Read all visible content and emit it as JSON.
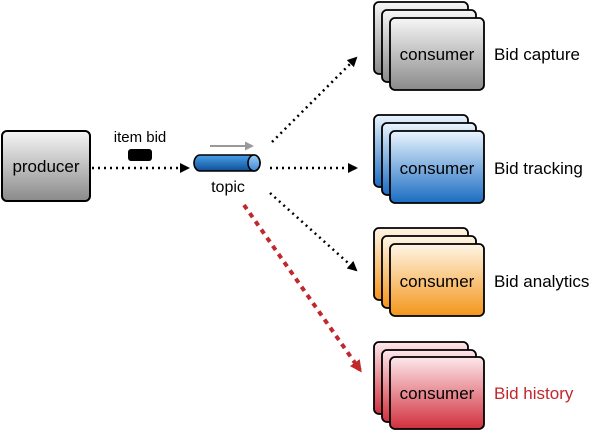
{
  "producer": {
    "label": "producer"
  },
  "message": {
    "label": "item bid"
  },
  "topic": {
    "label": "topic"
  },
  "consumers": [
    {
      "box_label": "consumer",
      "name": "Bid capture",
      "name_color": "#000000"
    },
    {
      "box_label": "consumer",
      "name": "Bid tracking",
      "name_color": "#000000"
    },
    {
      "box_label": "consumer",
      "name": "Bid analytics",
      "name_color": "#000000"
    },
    {
      "box_label": "consumer",
      "name": "Bid history",
      "name_color": "#c0282d"
    }
  ],
  "colors": {
    "gray_light": "#f4f4f4",
    "gray_dark": "#8c8c8c",
    "blue_light": "#e6f3fd",
    "blue_dark": "#1c6fc4",
    "orange_light": "#fff4e2",
    "orange_dark": "#f39a1e",
    "red_light": "#fbe5e8",
    "red_dark": "#d23743",
    "topic_blue": "#1d73c9",
    "highlight_red": "#c0282d"
  }
}
